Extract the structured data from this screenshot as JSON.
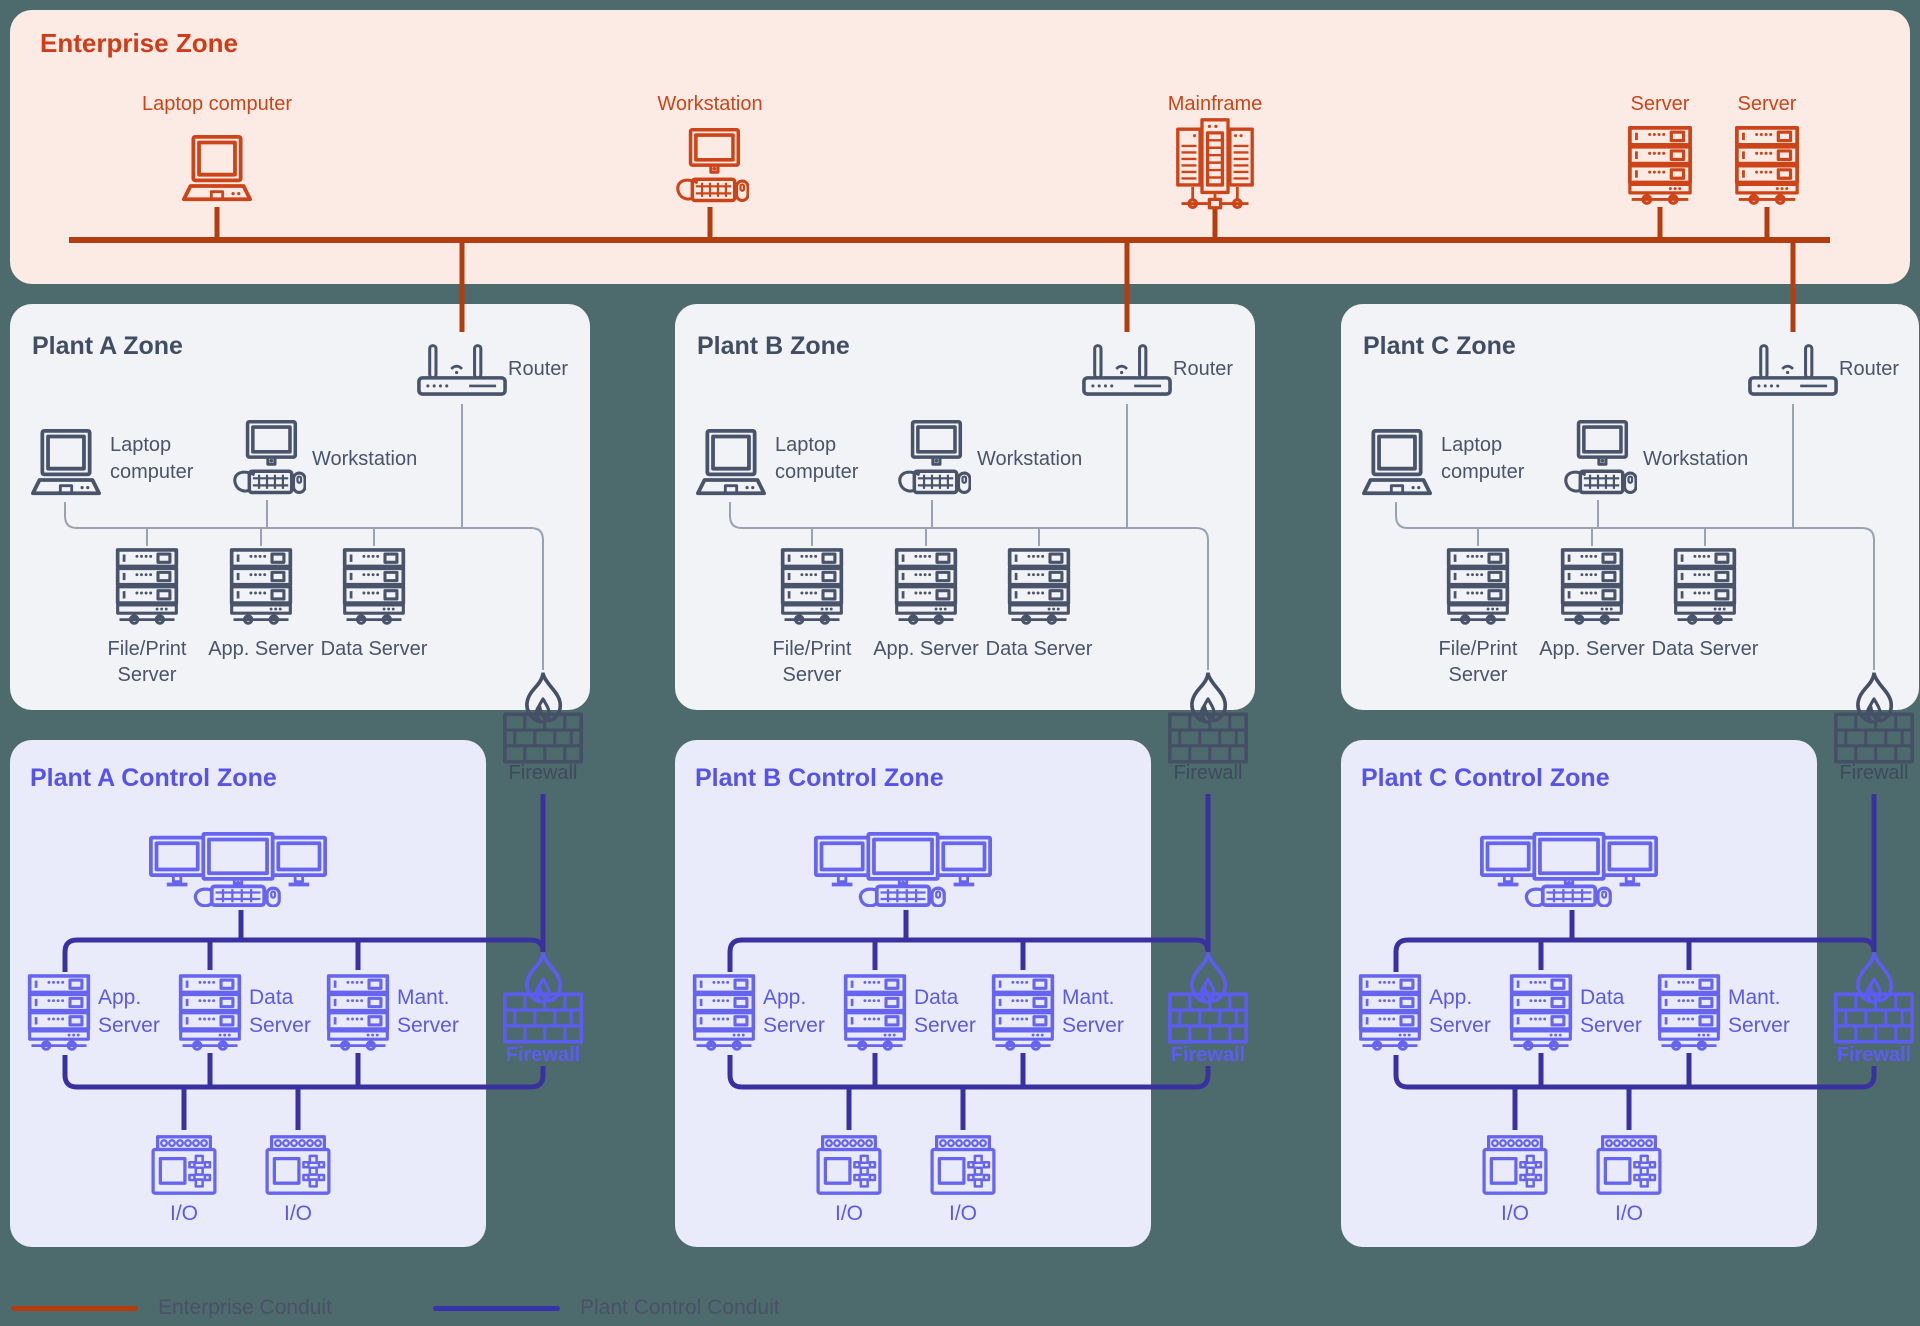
{
  "legend": {
    "enterprise": "Enterprise Conduit",
    "plant_control": "Plant Control Conduit"
  },
  "enterprise_zone": {
    "title": "Enterprise Zone",
    "devices": [
      {
        "type": "laptop",
        "label": "Laptop computer"
      },
      {
        "type": "desktop",
        "label": "Workstation"
      },
      {
        "type": "mainframe",
        "label": "Mainframe"
      },
      {
        "type": "server",
        "label": "Server"
      },
      {
        "type": "server",
        "label": "Server"
      }
    ]
  },
  "plant_zones": [
    {
      "title": "Plant A Zone",
      "router_label": "Router",
      "laptop_label": "Laptop computer",
      "workstation_label": "Workstation",
      "server_labels": [
        "File/Print Server",
        "App. Server",
        "Data Server"
      ],
      "firewall_label": "Firewall"
    },
    {
      "title": "Plant B Zone",
      "router_label": "Router",
      "laptop_label": "Laptop computer",
      "workstation_label": "Workstation",
      "server_labels": [
        "File/Print Server",
        "App. Server",
        "Data Server"
      ],
      "firewall_label": "Firewall"
    },
    {
      "title": "Plant C Zone",
      "router_label": "Router",
      "laptop_label": "Laptop computer",
      "workstation_label": "Workstation",
      "server_labels": [
        "File/Print Server",
        "App. Server",
        "Data Server"
      ],
      "firewall_label": "Firewall"
    }
  ],
  "control_zones": [
    {
      "title": "Plant A Control Zone",
      "server_labels": [
        "App. Server",
        "Data Server",
        "Mant. Server"
      ],
      "io_labels": [
        "I/O",
        "I/O"
      ],
      "firewall_label": "Firewall"
    },
    {
      "title": "Plant B Control Zone",
      "server_labels": [
        "App. Server",
        "Data Server",
        "Mant. Server"
      ],
      "io_labels": [
        "I/O",
        "I/O"
      ],
      "firewall_label": "Firewall"
    },
    {
      "title": "Plant C Control Zone",
      "server_labels": [
        "App. Server",
        "Data Server",
        "Mant. Server"
      ],
      "io_labels": [
        "I/O",
        "I/O"
      ],
      "firewall_label": "Firewall"
    }
  ],
  "colors": {
    "page_bg": "#4d6b6c",
    "enterprise_bg": "#fcebe4",
    "enterprise_accent": "#cd4418",
    "enterprise_conduit": "#b43d0f",
    "plant_zone_bg": "#f1f3f6",
    "plant_zone_accent": "#49546b",
    "control_zone_bg": "#e9ebfb",
    "control_zone_accent": "#5c59ea",
    "plant_control_conduit": "#39319f"
  }
}
